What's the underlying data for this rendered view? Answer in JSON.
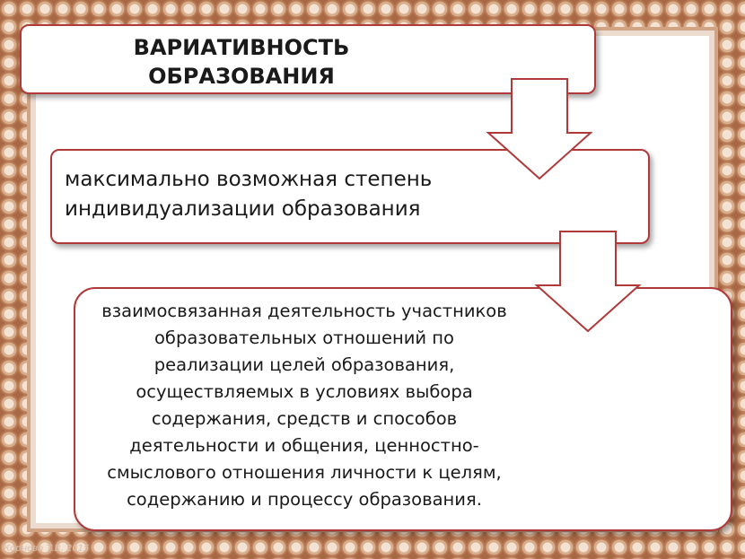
{
  "diagram": {
    "title_lines": [
      "ВАРИАТИВНОСТЬ",
      "ОБРАЗОВАНИЯ"
    ],
    "step2_lines": [
      "максимально возможная степень",
      "индивидуализации  образования"
    ],
    "step3_lines": [
      "взаимосвязанная деятельность участников",
      "образовательных отношений по",
      "реализации целей образования,",
      "осуществляемых в условиях выбора",
      "содержания, средств и способов",
      "деятельности и общения, ценностно-",
      "смыслового отношения личности к целям,",
      "содержанию и процессу образования."
    ]
  },
  "colors": {
    "box_border": "#b03a3a",
    "arrow_stroke": "#b03a3a",
    "frame": "#b87a55"
  },
  "watermark": "Корнева Т.В. 2015"
}
